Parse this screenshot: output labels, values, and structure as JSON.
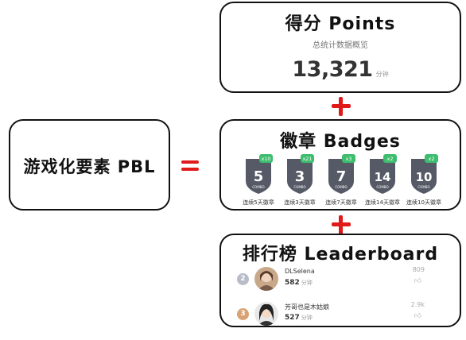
{
  "left": {
    "title": "游戏化要素 PBL"
  },
  "points": {
    "title": "得分 Points",
    "subtitle": "总统计数据概览",
    "value": "13,321",
    "unit": "分钟"
  },
  "badges": {
    "title": "徽章 Badges",
    "items": [
      {
        "number": "5",
        "multiplier": "x10",
        "caption": "连续5天徽章"
      },
      {
        "number": "3",
        "multiplier": "x21",
        "caption": "连续3天徽章"
      },
      {
        "number": "7",
        "multiplier": "x3",
        "caption": "连续7天徽章"
      },
      {
        "number": "14",
        "multiplier": "x2",
        "caption": "连续14天徽章"
      },
      {
        "number": "10",
        "multiplier": "x2",
        "caption": "连续10天徽章"
      }
    ],
    "badge_subtext": "COMBO",
    "colors": {
      "shield": "#555a66",
      "tag": "#3dbd6d"
    }
  },
  "leaderboard": {
    "title": "排行榜 Leaderboard",
    "rows": [
      {
        "rank": "2",
        "name": "DLSelena",
        "score": "582",
        "unit": "分钟",
        "likes": "809",
        "rank_color": "#b7bcc8"
      },
      {
        "rank": "3",
        "name": "芳哥也是木姑娘",
        "score": "527",
        "unit": "分钟",
        "likes": "2.9k",
        "rank_color": "#d8a274"
      }
    ]
  },
  "colors": {
    "accent": "#e01919",
    "border": "#111111"
  }
}
